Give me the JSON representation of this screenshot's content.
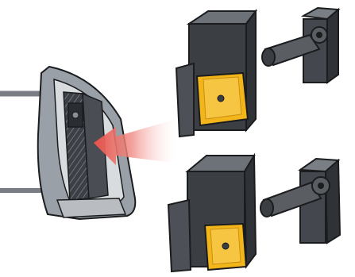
{
  "illustration": {
    "colors": {
      "background": "#ffffff",
      "dark_gray": "#3b3f44",
      "mid_gray": "#5a5e63",
      "light_gray": "#8c9096",
      "outline": "#1b1c1e",
      "insert_yellow": "#f2b51a",
      "arrow_red": "#e8524a"
    },
    "panels": [
      {
        "name": "upper-assembly",
        "insert": "square-insert-with-screw",
        "connector": "side-connector-with-pin"
      },
      {
        "name": "lower-assembly",
        "insert": "square-insert-with-screw",
        "connector": "side-connector-with-pin"
      }
    ],
    "arrow": {
      "direction": "points-left",
      "icon": "red-gradient-arrow"
    }
  }
}
